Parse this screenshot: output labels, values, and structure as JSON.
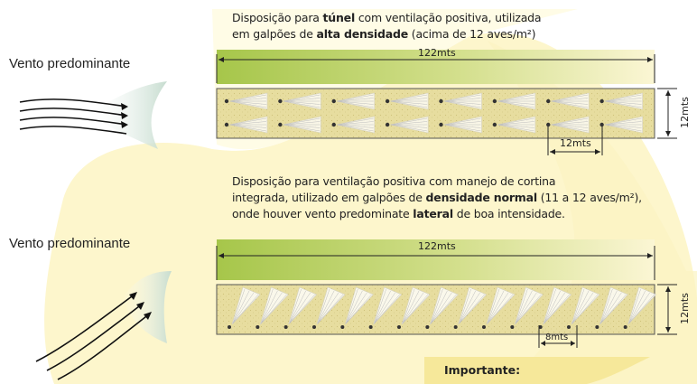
{
  "wind": {
    "label_top": "Vento predominante",
    "label_bottom": "Vento predominante"
  },
  "diagram_tunnel": {
    "caption_line1_pre": "Disposição para ",
    "caption_line1_bold": "túnel",
    "caption_line1_post": " com ventilação positiva, utilizada",
    "caption_line2_pre": "em galpões de ",
    "caption_line2_bold": "alta densidade",
    "caption_line2_post": " (acima de 12 aves/m²)",
    "length_label": "122mts",
    "width_label": "12mts",
    "spacing_label": "12mts",
    "fan_rows": 2,
    "fans_per_row": 8
  },
  "diagram_lateral": {
    "caption_line1": "Disposição para ventilação positiva com manejo de cortina",
    "caption_line2_pre": "integrada, utilizado em galpões de ",
    "caption_line2_bold": "densidade normal",
    "caption_line2_post": " (11 a 12 aves/m²),",
    "caption_line3_pre": "onde houver vento predominate ",
    "caption_line3_bold": "lateral",
    "caption_line3_post": " de boa intensidade.",
    "length_label": "122mts",
    "width_label": "12mts",
    "spacing_label": "8mts",
    "fans": 15
  },
  "notice": {
    "title": "Importante:"
  },
  "colors": {
    "light_yellow": "#fdf6c9",
    "band_green": "#a9c94a",
    "band_light": "#f4f2c8",
    "house_fill": "#e6dca0",
    "wind_swoosh": "#cfe3d6"
  }
}
